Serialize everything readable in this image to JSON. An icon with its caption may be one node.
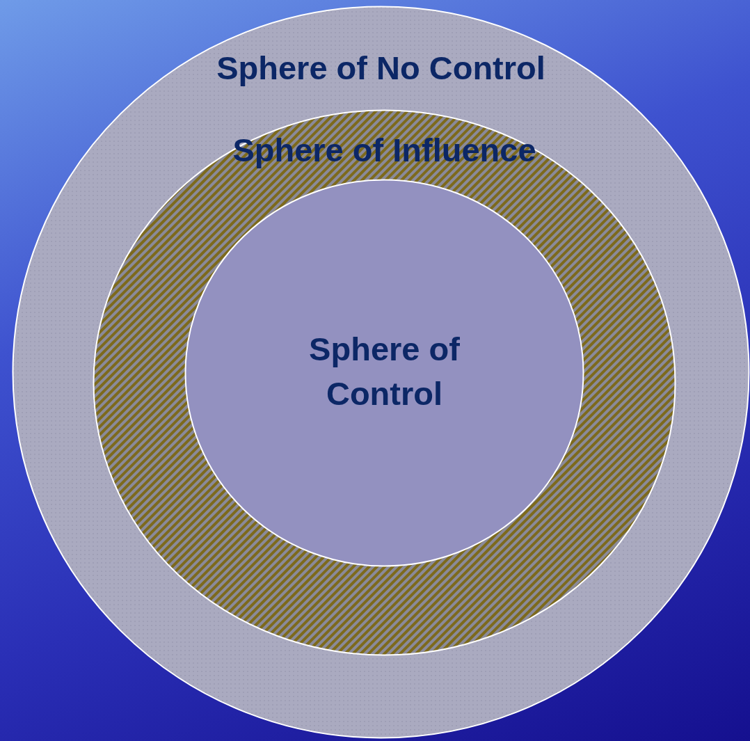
{
  "diagram": {
    "nodes": [
      {
        "text": [
          "Sphere of No Control"
        ]
      },
      {
        "text": [
          "Sphere of Influence"
        ],
        "in": 0
      },
      {
        "text": [
          "Sphere of Control"
        ],
        "in": 1
      }
    ],
    "edges": []
  }
}
